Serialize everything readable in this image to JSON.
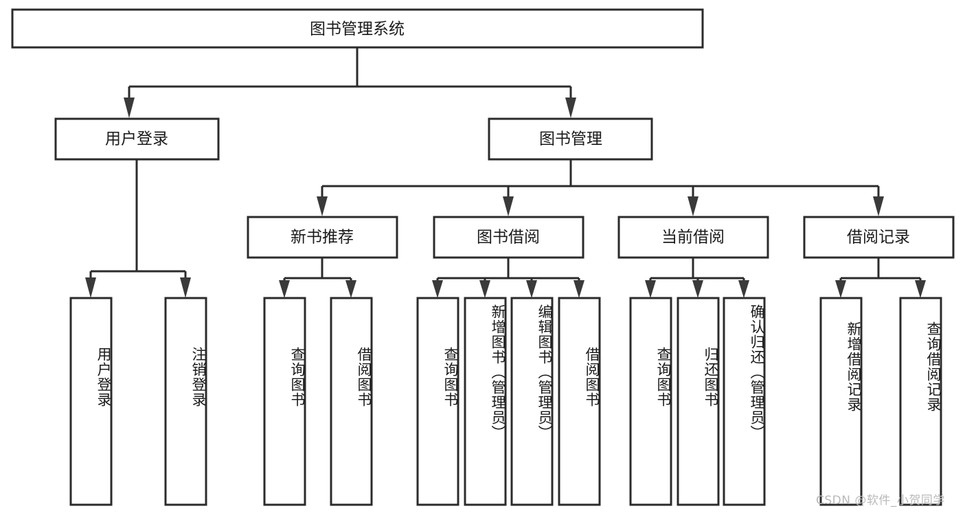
{
  "diagram": {
    "type": "tree-hierarchy",
    "title": "图书管理系统",
    "orientation": "top-down",
    "colors": {
      "box_stroke": "#2b2b2b",
      "box_fill": "#ffffff",
      "connector": "#2b2b2b",
      "text": "#1a1a1a",
      "watermark": "#b9b9b9",
      "background": "#ffffff"
    },
    "root": {
      "label": "图书管理系统"
    },
    "level2": [
      {
        "id": "user-login",
        "label": "用户登录"
      },
      {
        "id": "book-manage",
        "label": "图书管理"
      }
    ],
    "level3": [
      {
        "id": "new-book-recommend",
        "label": "新书推荐",
        "parent": "book-manage"
      },
      {
        "id": "book-borrow",
        "label": "图书借阅",
        "parent": "book-manage"
      },
      {
        "id": "current-borrow",
        "label": "当前借阅",
        "parent": "book-manage"
      },
      {
        "id": "borrow-record",
        "label": "借阅记录",
        "parent": "book-manage"
      }
    ],
    "leaves": [
      {
        "id": "leaf-user-login",
        "label": "用户登录",
        "parent": "user-login"
      },
      {
        "id": "leaf-logout-login",
        "label": "注销登录",
        "parent": "user-login"
      },
      {
        "id": "leaf-query-book-1",
        "label": "查询图书",
        "parent": "new-book-recommend"
      },
      {
        "id": "leaf-borrow-book-1",
        "label": "借阅图书",
        "parent": "new-book-recommend"
      },
      {
        "id": "leaf-query-book-2",
        "label": "查询图书",
        "parent": "book-borrow"
      },
      {
        "id": "leaf-add-book",
        "label": "新增图书（管理员）",
        "parent": "book-borrow"
      },
      {
        "id": "leaf-edit-book",
        "label": "编辑图书（管理员）",
        "parent": "book-borrow"
      },
      {
        "id": "leaf-borrow-book-2",
        "label": "借阅图书",
        "parent": "book-borrow"
      },
      {
        "id": "leaf-query-book-3",
        "label": "查询图书",
        "parent": "current-borrow"
      },
      {
        "id": "leaf-return-book",
        "label": "归还图书",
        "parent": "current-borrow"
      },
      {
        "id": "leaf-confirm-return",
        "label": "确认归还（管理员）",
        "parent": "current-borrow"
      },
      {
        "id": "leaf-add-record",
        "label": "新增借阅记录",
        "parent": "borrow-record"
      },
      {
        "id": "leaf-query-record",
        "label": "查询借阅记录",
        "parent": "borrow-record"
      }
    ],
    "watermark": "CSDN @软件_小贺同学"
  }
}
